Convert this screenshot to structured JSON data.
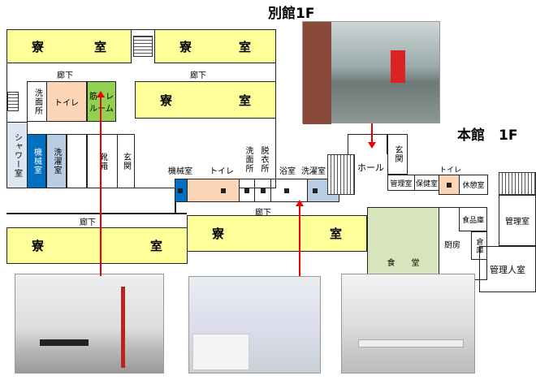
{
  "annex": {
    "title": "別館1F",
    "dorm_a": "寮",
    "dorm_b": "室",
    "corridor": "廊下",
    "washroom": "洗面所",
    "toilet": "トイレ",
    "gym": "筋トレルーム",
    "shower": "シャワー室",
    "machine": "機械室",
    "laundry": "洗濯室",
    "shoebox": "靴箱",
    "entrance": "玄関"
  },
  "main": {
    "title": "本館　1F",
    "machine": "機械室",
    "toilet": "トイレ",
    "washroom": "洗面所",
    "dressing": "脱衣所",
    "bath": "浴室",
    "laundry": "洗濯室",
    "hall": "ホール",
    "entrance": "玄関",
    "office": "管理室",
    "health": "保健室",
    "toilet2": "トイレ",
    "rest": "休憩室",
    "office2": "管理室",
    "corridor": "廊下",
    "dorm_a": "寮",
    "dorm_b": "室",
    "dining_a": "食",
    "dining_b": "堂",
    "kitchen": "厨房",
    "pantry": "食品庫",
    "storage": "倉庫",
    "manager": "管理人室"
  },
  "colors": {
    "dorm": "#ffff99",
    "gym": "#92d050",
    "machine": "#0070c0",
    "laundry": "#b8cce4",
    "toilet": "#fbd5b5",
    "dining": "#d8e4bc",
    "arrow": "#ee0000"
  }
}
